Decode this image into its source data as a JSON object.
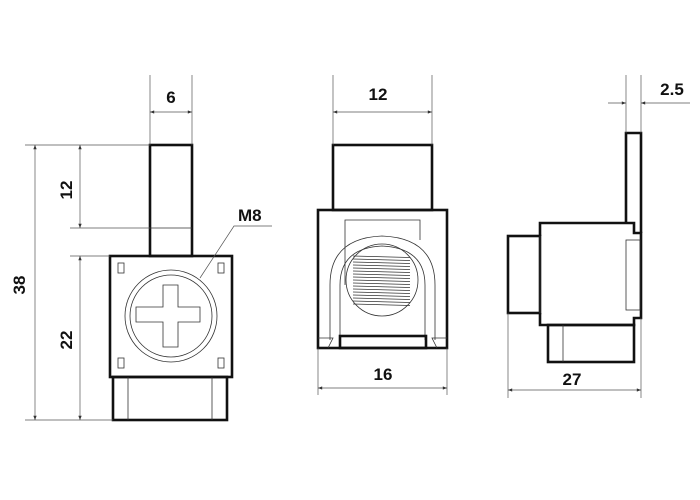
{
  "dimensions": {
    "left_width": "6",
    "left_tab_height": "12",
    "left_body_height": "22",
    "total_height": "38",
    "thread": "M8",
    "middle_top_width": "12",
    "middle_body_width": "16",
    "side_thickness": "2.5",
    "side_depth": "27"
  },
  "colors": {
    "line": "#111111",
    "dimension": "#555555"
  }
}
